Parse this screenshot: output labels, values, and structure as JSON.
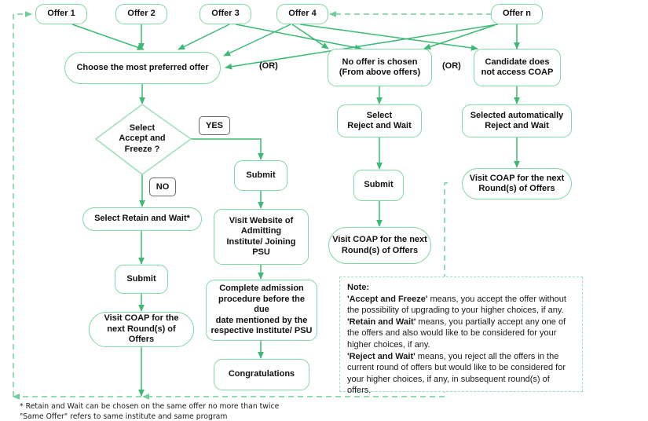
{
  "diagram": {
    "title": "COAP offer acceptance flowchart",
    "colors": {
      "node_border": "#7ed9a4",
      "wire": "#3cba75",
      "label_border": "#6b6b6b",
      "note_border": "#9fe0bb",
      "text": "#111111",
      "background": "#ffffff"
    },
    "offers": [
      {
        "id": "offer1",
        "label": "Offer 1"
      },
      {
        "id": "offer2",
        "label": "Offer 2"
      },
      {
        "id": "offer3",
        "label": "Offer 3"
      },
      {
        "id": "offer4",
        "label": "Offer 4"
      },
      {
        "id": "offern",
        "label": "Offer n"
      }
    ],
    "nodes": {
      "choose": "Choose the most preferred offer",
      "no_offer_chosen": "No offer is chosen\n(From above offers)",
      "no_access": "Candidate does\nnot access COAP",
      "decision": "Select\nAccept and\nFreeze ?",
      "submit_yes": "Submit",
      "visit_website": "Visit Website of\nAdmitting\nInstitute/ Joining\nPSU",
      "complete_admission": "Complete admission\nprocedure before the due\ndate mentioned by the\nrespective Institute/ PSU",
      "congratulations": "Congratulations",
      "select_retain": "Select Retain and Wait*",
      "submit_no": "Submit",
      "visit_coap_left": "Visit COAP for the\nnext Round(s) of\nOffers",
      "select_reject": "Select\nReject and Wait",
      "submit_reject": "Submit",
      "visit_coap_mid": "Visit COAP for the next\nRound(s) of Offers",
      "auto_reject": "Selected automatically\nReject and Wait",
      "visit_coap_right": "Visit COAP for the next\nRound(s) of Offers"
    },
    "branch_labels": {
      "yes": "YES",
      "no": "NO"
    },
    "or_labels": {
      "or_left": "(OR)",
      "or_right": "(OR)"
    },
    "note": {
      "heading": "Note:",
      "lines": [
        {
          "term": "'Accept and Freeze'",
          "text": " means, you accept the offer without the possibility of upgrading to your higher choices, if any."
        },
        {
          "term": "'Retain and Wait'",
          "text": " means, you partially accept any one of the offers and also would like to be considered for your higher choices, if any."
        },
        {
          "term": "'Reject and Wait'",
          "text": " means, you reject all the offers in the current round of offers but would like to be considered for your higher choices, if any, in subsequent round(s) of offers."
        }
      ]
    },
    "footnote": "* Retain and Wait can be chosen on the same offer no more than twice\n\"Same Offer\" refers to same institute and same program"
  }
}
